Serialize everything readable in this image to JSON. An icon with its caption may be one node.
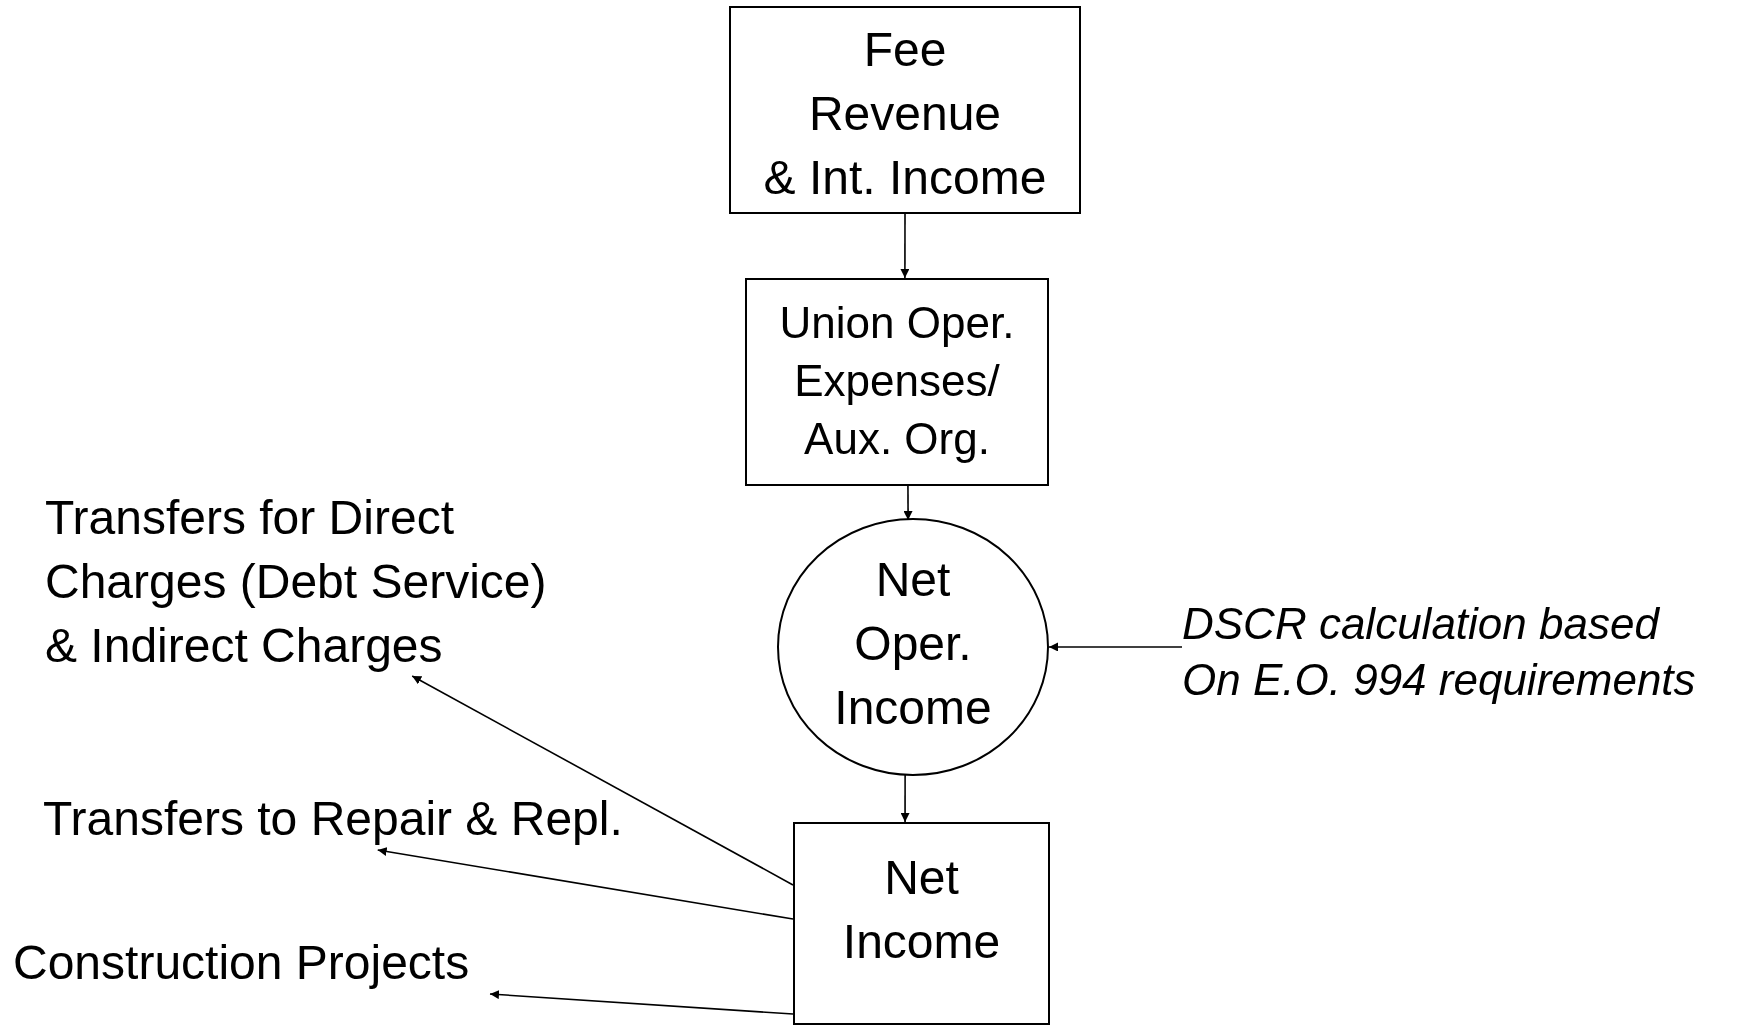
{
  "diagram": {
    "nodes": [
      {
        "text": [
          "Fee Revenue & Int. Income"
        ]
      },
      {
        "text": [
          "Union Oper. Expenses/ Aux. Org."
        ]
      },
      {
        "text": [
          "Net Oper. Income"
        ]
      },
      {
        "text": [
          "Net Income"
        ]
      },
      {
        "text": [
          "Transfers for Direct Charges (Debt Service) & Indirect Charges"
        ]
      },
      {
        "text": [
          "Transfers to Repair & Repl."
        ]
      },
      {
        "text": [
          "Construction Projects"
        ]
      },
      {
        "text": [
          "DSCR calculation based On E.O. 994 requirements"
        ]
      }
    ],
    "edges": [
      {
        "from": 0,
        "to": 1,
        "arrow": "to"
      },
      {
        "from": 1,
        "to": 2,
        "arrow": "to"
      },
      {
        "from": 2,
        "to": 3,
        "arrow": "to"
      },
      {
        "from": 3,
        "to": 4,
        "arrow": "to"
      },
      {
        "from": 3,
        "to": 5,
        "arrow": "to"
      },
      {
        "from": 3,
        "to": 6,
        "arrow": "to"
      },
      {
        "from": 7,
        "to": 2,
        "arrow": "to"
      }
    ]
  }
}
